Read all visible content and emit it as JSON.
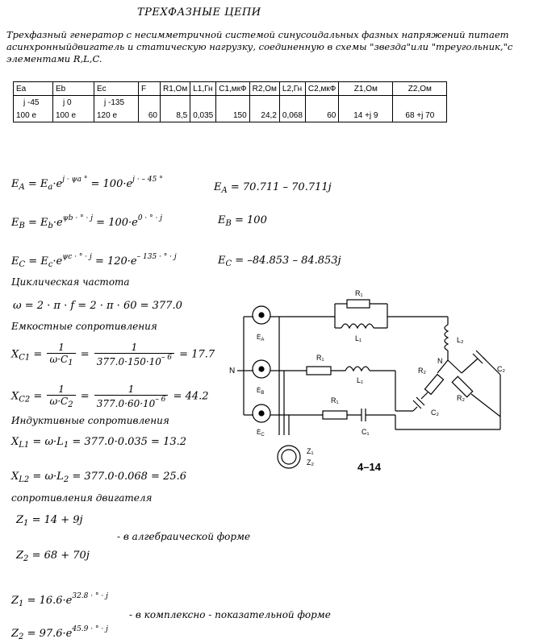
{
  "title": "ТРЕХФАЗНЫЕ ЦЕПИ",
  "intro": "Трехфазный генератор с несимметричной системой синусоидальных фазных напряжений питает асинхронныйдвигатель и статическую нагрузку, соединенную в схемы \"звезда\"или \"треугольник,\"с элементами R,L,C.",
  "table": {
    "headers": [
      "Ea",
      "Eb",
      "Ec",
      "F",
      "R1,Ом",
      "L1,Гн",
      "C1,мкФ",
      "R2,Ом",
      "L2,Гн",
      "C2,мкФ",
      "Z1,Ом",
      "Z2,Ом"
    ],
    "row1": [
      "j  -45",
      "j      0",
      "j   -135",
      "",
      "",
      "",
      "",
      "",
      "",
      "",
      "",
      ""
    ],
    "row2": [
      "100 e",
      "100 e",
      "120 e",
      "60",
      "8,5",
      "0,035",
      "150",
      "24,2",
      "0,068",
      "60",
      "14 +j 9",
      "68 +j 70"
    ]
  },
  "equations": {
    "ea_lhs": "E",
    "ea_sub": "A",
    "ea_mid": "= E",
    "ea_sub2": "a",
    "ea_e": "·e",
    "ea_exp": "j · ψa °",
    "ea_rhs": "= 100·e",
    "ea_rexp": "j · – 45 °",
    "ea_result": "E",
    "ea_result_sub": "A",
    "ea_result_val": "= 70.711 – 70.711j",
    "eb_lhs": "E",
    "eb_sub": "B",
    "eb_mid": "= E",
    "eb_sub2": "b",
    "eb_e": "·e",
    "eb_exp": "ψb · ° · j",
    "eb_rhs": "= 100·e",
    "eb_rexp": "0 · ° · j",
    "eb_result": "E",
    "eb_result_sub": "B",
    "eb_result_val": "= 100",
    "ec_lhs": "E",
    "ec_sub": "C",
    "ec_mid": "= E",
    "ec_sub2": "c",
    "ec_e": "·e",
    "ec_exp": "ψc · ° · j",
    "ec_rhs": "= 120·e",
    "ec_rexp": "– 135 · ° · j",
    "ec_result": "E",
    "ec_result_sub": "C",
    "ec_result_val": "= –84.853 – 84.853j",
    "freq_label": "Циклическая частота",
    "omega": "ω = 2 · π · f  = 2 · π · 60 = 377.0",
    "cap_label": "Емкостные сопротивления",
    "xc1_lhs": "X",
    "xc1_sub": "C1",
    "xc1_num1": "1",
    "xc1_den1": "ω·C",
    "xc1_den1_sub": "1",
    "xc1_num2": "1",
    "xc1_den2": "377.0·150·10",
    "xc1_den2_exp": "– 6",
    "xc1_val": "= 17.7",
    "xc2_lhs": "X",
    "xc2_sub": "C2",
    "xc2_num1": "1",
    "xc2_den1": "ω·C",
    "xc2_den1_sub": "2",
    "xc2_num2": "1",
    "xc2_den2": "377.0·60·10",
    "xc2_den2_exp": "– 6",
    "xc2_val": "= 44.2",
    "ind_label": "Индуктивные сопротивления",
    "xl1_lhs": "X",
    "xl1_sub": "L1",
    "xl1_rhs": "= ω·L",
    "xl1_rsub": "1",
    "xl1_val": "= 377.0·0.035 = 13.2",
    "xl2_lhs": "X",
    "xl2_sub": "L2",
    "xl2_rhs": "= ω·L",
    "xl2_rsub": "2",
    "xl2_val": "= 377.0·0.068 = 25.6",
    "motor_label": "сопротивления двигателя",
    "z1_alg_lhs": "Z",
    "z1_alg_sub": "1",
    "z1_alg_val": "= 14 + 9j",
    "alg_form": "- в алгебраической форме",
    "z2_alg_lhs": "Z",
    "z2_alg_sub": "2",
    "z2_alg_val": "= 68 + 70j",
    "z1_exp_lhs": "Z",
    "z1_exp_sub": "1",
    "z1_exp_val": "= 16.6·e",
    "z1_exp_pow": "32.8 · ° · j",
    "exp_form": "- в комплексно - показательной форме",
    "z2_exp_lhs": "Z",
    "z2_exp_sub": "2",
    "z2_exp_val": "= 97.6·e",
    "z2_exp_pow": "45.9 · ° · j"
  },
  "circuit": {
    "r1": "R₁",
    "l1": "L₁",
    "c1": "C₁",
    "l2": "L₂",
    "r2": "R₂",
    "c2": "C₂",
    "n": "N",
    "ea": "Ė",
    "ea_sub": "A",
    "eb": "Ė",
    "eb_sub": "B",
    "ec": "Ė",
    "ec_sub": "C",
    "z1": "Z₁",
    "z2": "Z₂",
    "figure": "4–14"
  }
}
